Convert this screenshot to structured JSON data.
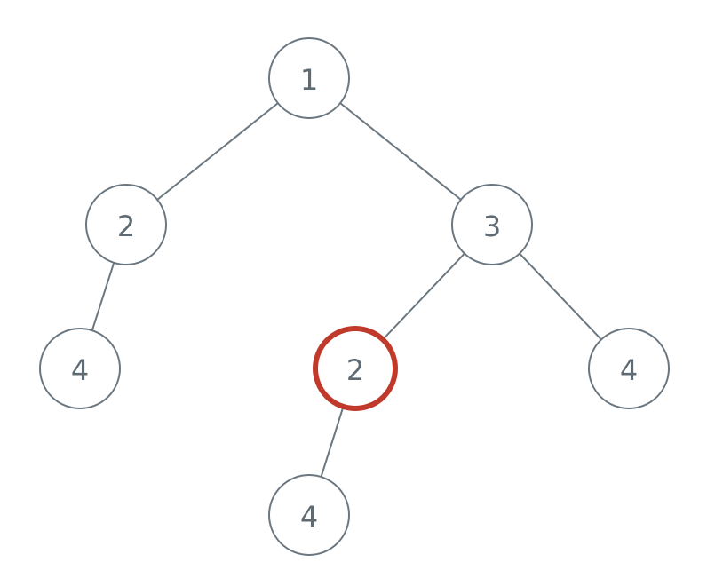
{
  "tree": {
    "colors": {
      "node_stroke": "#6b7780",
      "edge": "#6b7780",
      "label": "#5f6b73",
      "highlight": "#c0392b",
      "background": "#ffffff"
    },
    "nodes": [
      {
        "id": "n1",
        "label": "1",
        "highlighted": false
      },
      {
        "id": "n2",
        "label": "2",
        "highlighted": false
      },
      {
        "id": "n3",
        "label": "3",
        "highlighted": false
      },
      {
        "id": "n4",
        "label": "4",
        "highlighted": false
      },
      {
        "id": "n5",
        "label": "2",
        "highlighted": true
      },
      {
        "id": "n6",
        "label": "4",
        "highlighted": false
      },
      {
        "id": "n7",
        "label": "4",
        "highlighted": false
      }
    ],
    "edges": [
      {
        "from": "n1",
        "to": "n2"
      },
      {
        "from": "n1",
        "to": "n3"
      },
      {
        "from": "n2",
        "to": "n4"
      },
      {
        "from": "n3",
        "to": "n5"
      },
      {
        "from": "n3",
        "to": "n6"
      },
      {
        "from": "n5",
        "to": "n7"
      }
    ]
  }
}
